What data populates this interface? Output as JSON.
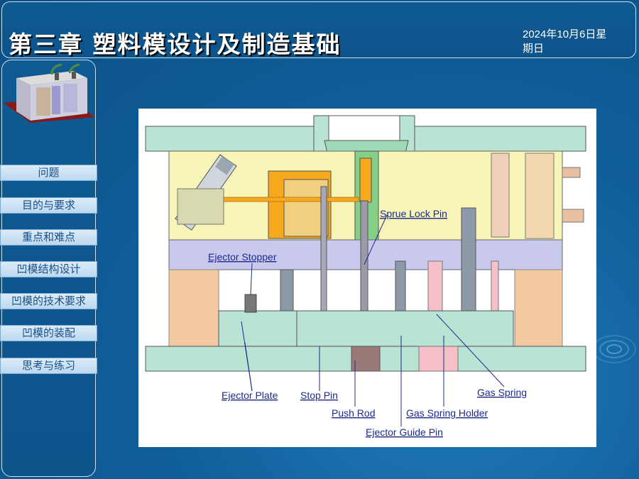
{
  "header": {
    "title": "第三章 塑料模设计及制造基础",
    "date_line1": "2024年10月6日星",
    "date_line2": "期日"
  },
  "sidebar": {
    "items": [
      {
        "label": "问题"
      },
      {
        "label": "目的与要求"
      },
      {
        "label": "重点和难点"
      },
      {
        "label": "凹模结构设计"
      },
      {
        "label": "凹模的技术要求"
      },
      {
        "label": "凹模的装配"
      },
      {
        "label": "思考与练习"
      }
    ]
  },
  "diagram": {
    "labels": {
      "sprue_lock_pin": "Sprue Lock Pin",
      "ejector_stopper": "Ejector Stopper",
      "ejector_plate": "Ejector Plate",
      "stop_pin": "Stop Pin",
      "push_rod": "Push Rod",
      "gas_spring_holder": "Gas Spring Holder",
      "gas_spring": "Gas Spring",
      "ejector_guide_pin": "Ejector Guide Pin"
    }
  },
  "colors": {
    "background": "#115f9a",
    "nav_fill": "#cfe3f5",
    "nav_text": "#1b4f8a",
    "plate_green": "#b9e3d2",
    "plate_yellow": "#f7f4b7",
    "plate_lavender": "#c9c9ee",
    "orange_block": "#f6a81f",
    "callout_text": "#1c2a8c"
  }
}
